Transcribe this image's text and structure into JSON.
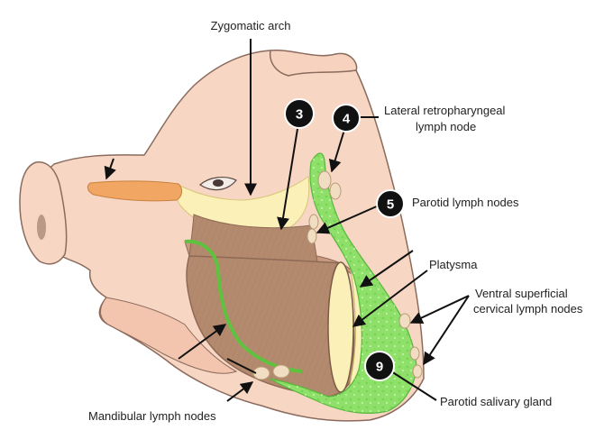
{
  "labels": {
    "zygomatic_arch": "Zygomatic arch",
    "lateral_retropharyngeal_1": "Lateral retropharyngeal",
    "lateral_retropharyngeal_2": "lymph node",
    "parotid_lymph_nodes": "Parotid lymph nodes",
    "platysma": "Platysma",
    "ventral_superficial_1": "Ventral superficial",
    "ventral_superficial_2": "cervical lymph nodes",
    "parotid_salivary_gland": "Parotid salivary gland",
    "mandibular_lymph_nodes": "Mandibular lymph nodes"
  },
  "badges": {
    "b3": "3",
    "b4": "4",
    "b5": "5",
    "b9": "9"
  },
  "colors": {
    "skin": "#f7d6c3",
    "skin_shadow": "#e9b9a2",
    "skin_outline": "#8a6b5d",
    "cheek": "#f3c5ae",
    "ear": "#f6d2bf",
    "nose_tube": "#f2a663",
    "fat_yellow": "#fbf0b8",
    "masseter": "#b48a6e",
    "masseter_dark": "#8e6a55",
    "muscle_strip": "#c89880",
    "gland_green": "#8fe06a",
    "gland_green_light": "#b6ef95",
    "lymph_node": "#f1ddc2",
    "badge": "#111111",
    "arrow": "#111111"
  }
}
